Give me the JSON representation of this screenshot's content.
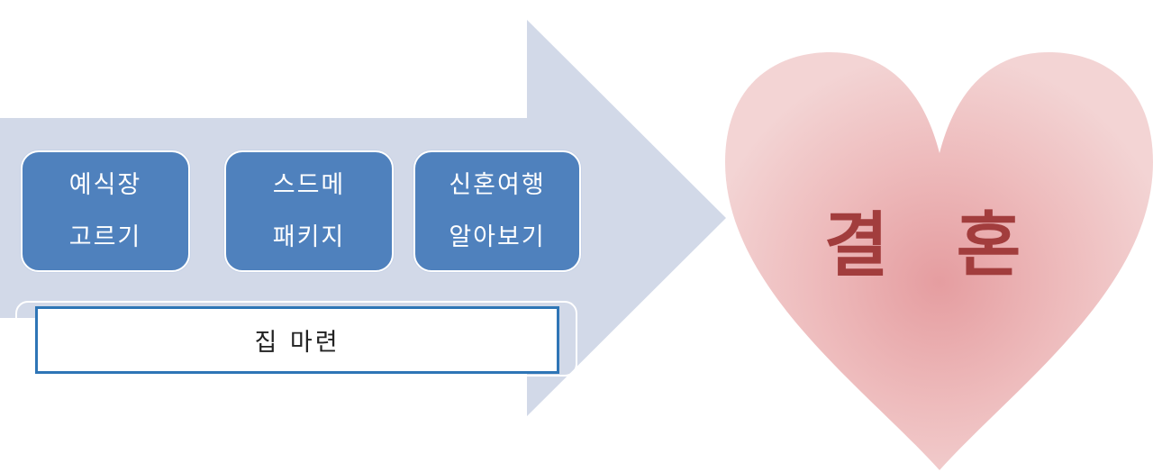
{
  "diagram": {
    "steps": [
      {
        "line1": "예식장",
        "line2": "고르기"
      },
      {
        "line1": "스드메",
        "line2": "패키지"
      },
      {
        "line1": "신혼여행",
        "line2": "알아보기"
      }
    ],
    "housing_label": "집 마련",
    "goal_label": "결 혼"
  },
  "colors": {
    "arrow_fill": "#d2d9e8",
    "step_fill": "#4f81bd",
    "housing_border": "#2e75b6",
    "heart_center": "#e59da0",
    "heart_edge": "#f2d0d0",
    "goal_text": "#a23d3d"
  }
}
